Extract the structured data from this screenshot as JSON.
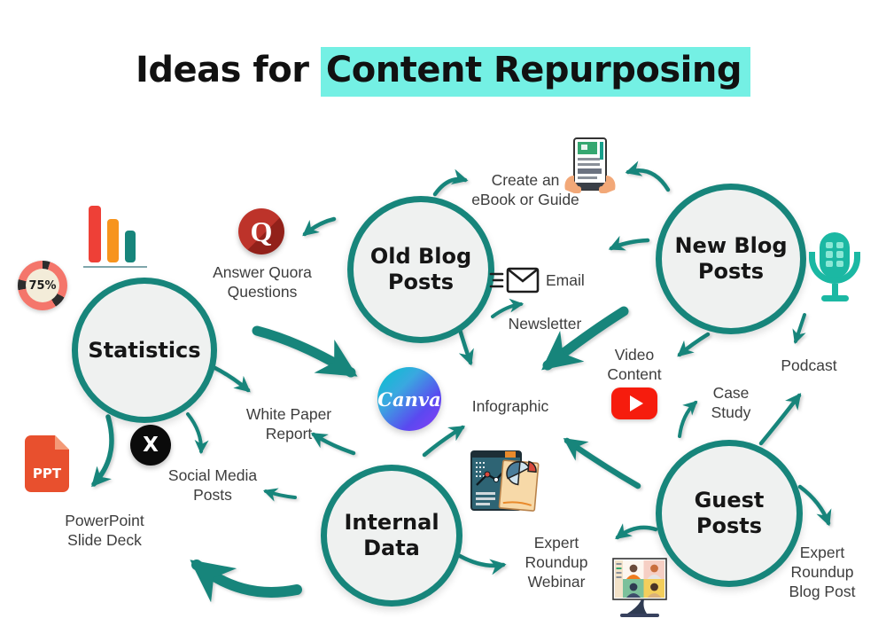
{
  "title": {
    "prefix": "Ideas for",
    "highlight": "Content Repurposing"
  },
  "colors": {
    "teal": "#17857b",
    "highlight": "#74f0e4"
  },
  "nodes": {
    "statistics": {
      "label": "Statistics"
    },
    "old_blog": {
      "label_lines": [
        "Old Blog",
        "Posts"
      ]
    },
    "new_blog": {
      "label_lines": [
        "New Blog",
        "Posts"
      ]
    },
    "internal_data": {
      "label_lines": [
        "Internal",
        "Data"
      ]
    },
    "guest_posts": {
      "label_lines": [
        "Guest",
        "Posts"
      ]
    }
  },
  "items": {
    "ebook": {
      "label_lines": [
        "Create an",
        "eBook or Guide"
      ]
    },
    "quora": {
      "label_lines": [
        "Answer Quora",
        "Questions"
      ]
    },
    "email": {
      "label_lines": [
        "Email",
        "Newsletter"
      ]
    },
    "video": {
      "label_lines": [
        "Video",
        "Content"
      ]
    },
    "podcast": {
      "label": "Podcast"
    },
    "case_study": {
      "label_lines": [
        "Case",
        "Study"
      ]
    },
    "infographic": {
      "label": "Infographic"
    },
    "white_paper": {
      "label_lines": [
        "White Paper",
        "Report"
      ]
    },
    "social": {
      "label_lines": [
        "Social Media",
        "Posts"
      ]
    },
    "ppt_deck": {
      "label_lines": [
        "PowerPoint",
        "Slide Deck"
      ]
    },
    "webinar": {
      "label_lines": [
        "Expert",
        "Roundup",
        "Webinar"
      ]
    },
    "blog_post": {
      "label_lines": [
        "Expert",
        "Roundup",
        "Blog Post"
      ]
    }
  },
  "icons": {
    "quora": {
      "glyph": "Q"
    },
    "x_logo": {
      "glyph": "X"
    },
    "ppt": {
      "glyph": "PPT"
    },
    "canva": {
      "glyph": "Canva"
    },
    "donut": {
      "value": "75%"
    }
  }
}
